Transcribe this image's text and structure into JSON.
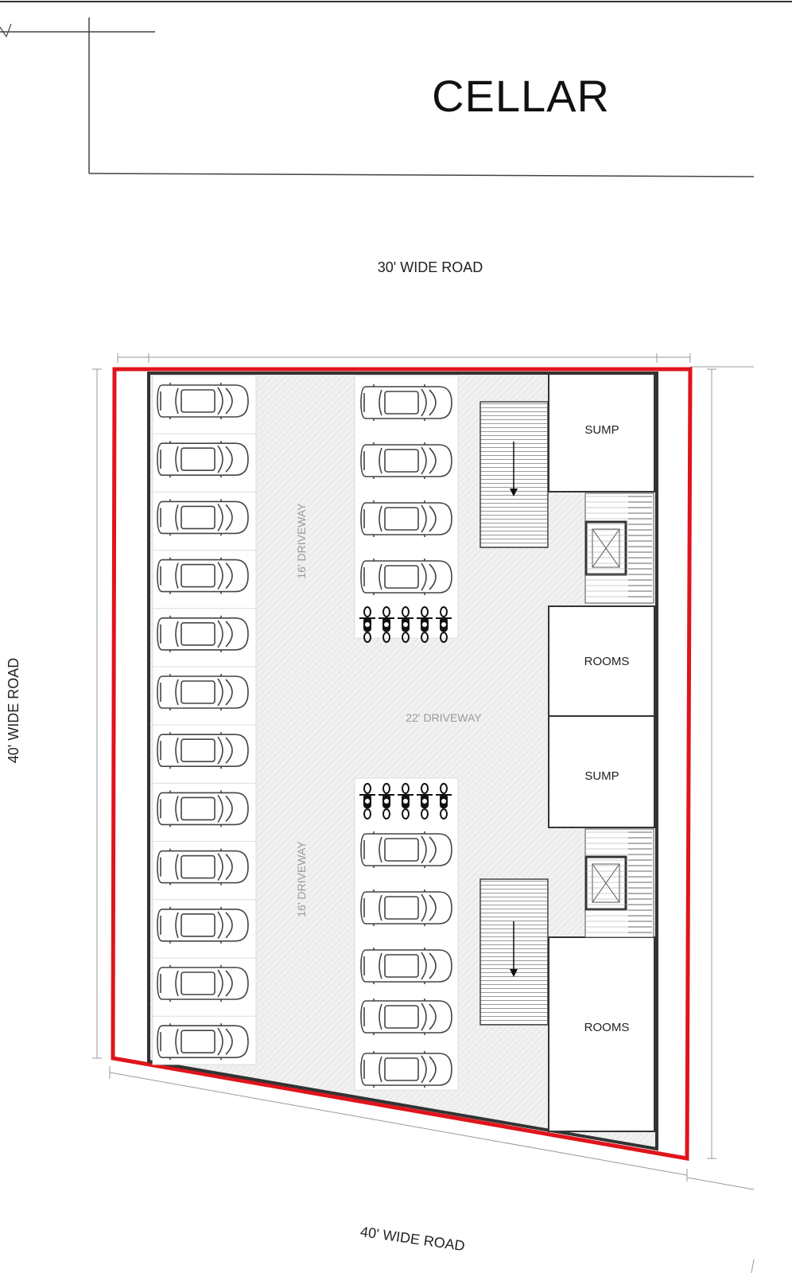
{
  "title": "CELLAR",
  "roads": {
    "top": "30' WIDE ROAD",
    "left": "40' WIDE ROAD",
    "bottom": "40' WIDE ROAD"
  },
  "driveways": {
    "upper": "16' DRIVEWAY",
    "center": "22' DRIVEWAY",
    "lower": "16' DRIVEWAY"
  },
  "rooms": [
    {
      "label": "SUMP"
    },
    {
      "label": "ROOMS"
    },
    {
      "label": "SUMP"
    },
    {
      "label": "ROOMS"
    }
  ],
  "parking": {
    "left_column_cars": 12,
    "middle_upper_cars": 4,
    "middle_lower_cars": 5,
    "bike_rows": 2,
    "bikes_per_row": 5
  },
  "colors": {
    "boundary": "#e0141b",
    "walls": "#333333",
    "floor": "#ececec"
  }
}
